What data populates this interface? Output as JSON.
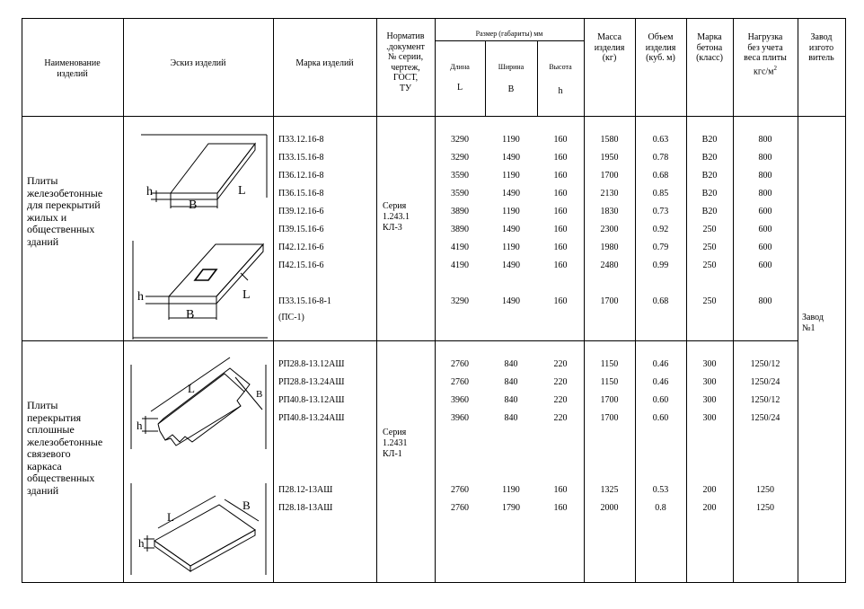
{
  "header": {
    "name": [
      "Наименование",
      "изделий"
    ],
    "sketch": "Эскиз изделий",
    "mark": "Марка изделий",
    "normative": [
      "Норматив",
      ".документ",
      "№ серии,",
      "чертеж,",
      "ГОСТ,",
      "ТУ"
    ],
    "size_group": "Размер (габариты) мм",
    "length": "Длина",
    "length_sym": "L",
    "width": "Ширина",
    "width_sym": "B",
    "height": "Высота",
    "height_sym": "h",
    "mass": [
      "Масса",
      "изделия",
      "(кг)"
    ],
    "volume": [
      "Объем",
      "изделия",
      "(куб. м)"
    ],
    "concrete": [
      "Марка",
      "бетона",
      "(класс)"
    ],
    "load": [
      "Нагрузка",
      "без учета",
      "веса плиты",
      "кгс/м"
    ],
    "load_sup": "2",
    "factory": [
      "Завод",
      "изгото",
      "витель"
    ]
  },
  "groups": [
    {
      "name": [
        "Плиты",
        "железобетонные",
        "для перекрытий",
        "жилых и",
        "общественных",
        "зданий"
      ],
      "series": [
        "Серия",
        "1.243.1",
        "КЛ-3"
      ],
      "rows": [
        {
          "mark": "П33.12.16-8",
          "L": "3290",
          "B": "1190",
          "h": "160",
          "mass": "1580",
          "vol": "0.63",
          "conc": "В20",
          "load": "800"
        },
        {
          "mark": "П33.15.16-8",
          "L": "3290",
          "B": "1490",
          "h": "160",
          "mass": "1950",
          "vol": "0.78",
          "conc": "В20",
          "load": "800"
        },
        {
          "mark": "П36.12.16-8",
          "L": "3590",
          "B": "1190",
          "h": "160",
          "mass": "1700",
          "vol": "0.68",
          "conc": "В20",
          "load": "800"
        },
        {
          "mark": "П36.15.16-8",
          "L": "3590",
          "B": "1490",
          "h": "160",
          "mass": "2130",
          "vol": "0.85",
          "conc": "В20",
          "load": "800"
        },
        {
          "mark": "П39.12.16-6",
          "L": "3890",
          "B": "1190",
          "h": "160",
          "mass": "1830",
          "vol": "0.73",
          "conc": "В20",
          "load": "600"
        },
        {
          "mark": "П39.15.16-6",
          "L": "3890",
          "B": "1490",
          "h": "160",
          "mass": "2300",
          "vol": "0.92",
          "conc": "250",
          "load": "600"
        },
        {
          "mark": "П42.12.16-6",
          "L": "4190",
          "B": "1190",
          "h": "160",
          "mass": "1980",
          "vol": "0.79",
          "conc": "250",
          "load": "600"
        },
        {
          "mark": "П42.15.16-6",
          "L": "4190",
          "B": "1490",
          "h": "160",
          "mass": "2480",
          "vol": "0.99",
          "conc": "250",
          "load": "600"
        },
        {
          "mark": "П33.15.16-8-1",
          "L": "3290",
          "B": "1490",
          "h": "160",
          "mass": "1700",
          "vol": "0.68",
          "conc": "250",
          "load": "800"
        }
      ],
      "extra": "(ПС-1)"
    },
    {
      "name": [
        "Плиты",
        "перекрытия",
        "сплошные",
        "железобетонные",
        "связевого",
        "каркаса",
        "общественных",
        "зданий"
      ],
      "series": [
        "Серия",
        "1.2431",
        "КЛ-1"
      ],
      "rows": [
        {
          "mark": "РП28.8-13.12АШ",
          "L": "2760",
          "B": "840",
          "h": "220",
          "mass": "1150",
          "vol": "0.46",
          "conc": "300",
          "load": "1250/12"
        },
        {
          "mark": "РП28.8-13.24АШ",
          "L": "2760",
          "B": "840",
          "h": "220",
          "mass": "1150",
          "vol": "0.46",
          "conc": "300",
          "load": "1250/24"
        },
        {
          "mark": "РП40.8-13.12АШ",
          "L": "3960",
          "B": "840",
          "h": "220",
          "mass": "1700",
          "vol": "0.60",
          "conc": "300",
          "load": "1250/12"
        },
        {
          "mark": "РП40.8-13.24АШ",
          "L": "3960",
          "B": "840",
          "h": "220",
          "mass": "1700",
          "vol": "0.60",
          "conc": "300",
          "load": "1250/24"
        },
        {
          "mark": "П28.12-13АШ",
          "L": "2760",
          "B": "1190",
          "h": "160",
          "mass": "1325",
          "vol": "0.53",
          "conc": "200",
          "load": "1250"
        },
        {
          "mark": "П28.18-13АШ",
          "L": "2760",
          "B": "1790",
          "h": "160",
          "mass": "2000",
          "vol": "0.8",
          "conc": "200",
          "load": "1250"
        }
      ]
    }
  ],
  "factory_value": [
    "Завод",
    "№1"
  ],
  "sketch_labels": {
    "h": "h",
    "B": "B",
    "L": "L"
  }
}
